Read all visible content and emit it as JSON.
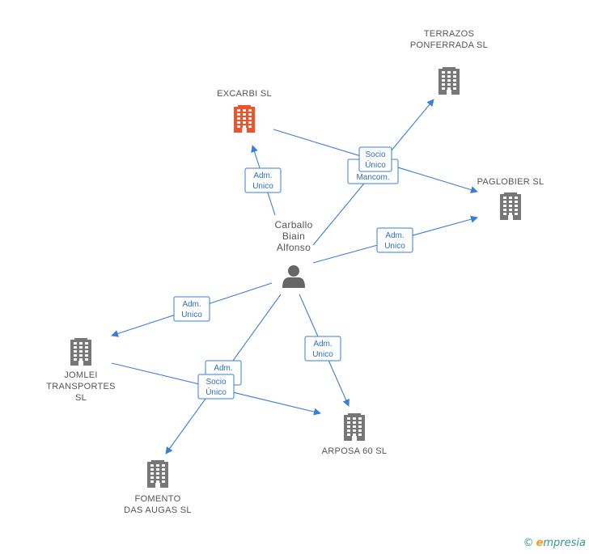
{
  "person": {
    "name_lines": [
      "Carballo",
      "Biain",
      "Alfonso"
    ],
    "icon": "person-icon",
    "color": "#666666"
  },
  "companies": [
    {
      "id": "excarbi",
      "name_lines": [
        "EXCARBI SL"
      ],
      "color": "#f0532a",
      "icon": "building-icon"
    },
    {
      "id": "terrazos",
      "name_lines": [
        "TERRAZOS",
        "PONFERRADA SL"
      ],
      "color": "#777777",
      "icon": "building-icon"
    },
    {
      "id": "paglobier",
      "name_lines": [
        "PAGLOBIER SL"
      ],
      "color": "#777777",
      "icon": "building-icon"
    },
    {
      "id": "jomlei",
      "name_lines": [
        "JOMLEI",
        "TRANSPORTES",
        "SL"
      ],
      "color": "#777777",
      "icon": "building-icon"
    },
    {
      "id": "arposa",
      "name_lines": [
        "ARPOSA 60  SL"
      ],
      "color": "#777777",
      "icon": "building-icon"
    },
    {
      "id": "fomento",
      "name_lines": [
        "FOMENTO",
        "DAS AUGAS  SL"
      ],
      "color": "#777777",
      "icon": "building-icon"
    }
  ],
  "relations": [
    {
      "id": "r-excarbi-adm",
      "lines": [
        "Adm.",
        "Unico"
      ]
    },
    {
      "id": "r-terrazos-mancom",
      "lines": [
        "Adm.",
        "Mancom."
      ]
    },
    {
      "id": "r-excarbi-paglobier-socio",
      "lines": [
        "Socio",
        "Único"
      ]
    },
    {
      "id": "r-paglobier-adm",
      "lines": [
        "Adm.",
        "Unico"
      ]
    },
    {
      "id": "r-jomlei-adm",
      "lines": [
        "Adm.",
        "Unico"
      ]
    },
    {
      "id": "r-arposa-adm",
      "lines": [
        "Adm.",
        "Unico"
      ]
    },
    {
      "id": "r-fomento-adm",
      "lines": [
        "Adm.",
        "Unico"
      ]
    },
    {
      "id": "r-jomlei-arposa-socio",
      "lines": [
        "Socio",
        "Único"
      ]
    }
  ],
  "edge_color": "#3a7fd5",
  "footer": {
    "copyright": "©",
    "brand_initial": "e",
    "brand_rest": "mpresia"
  }
}
